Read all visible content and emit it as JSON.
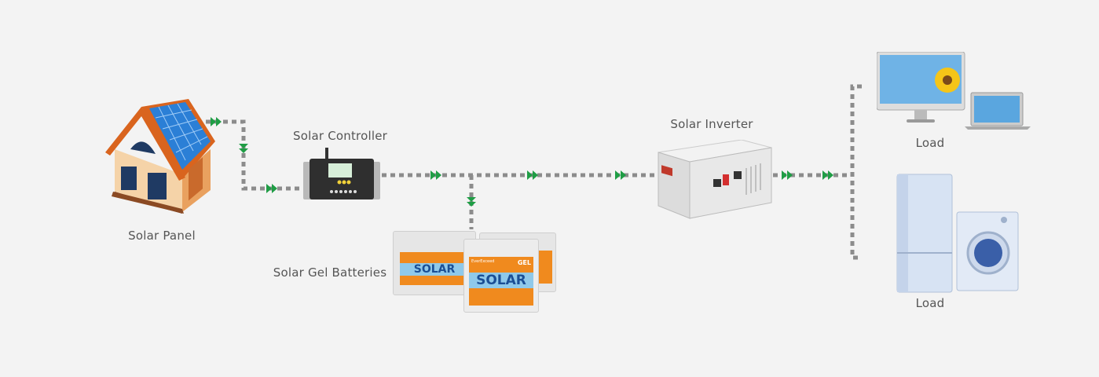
{
  "labels": {
    "solar_panel": "Solar Panel",
    "solar_controller": "Solar Controller",
    "solar_gel_batteries": "Solar Gel Batteries",
    "solar_inverter": "Solar Inverter",
    "load_top": "Load",
    "load_bottom": "Load"
  },
  "battery": {
    "brand": "EverExceed",
    "type": "GEL",
    "text": "SOLAR"
  },
  "colors": {
    "background": "#f3f3f3",
    "connector": "#8c8c8c",
    "arrow": "#1f9d45",
    "roof": "#d9641e",
    "battery_label": "#f08a1e"
  }
}
